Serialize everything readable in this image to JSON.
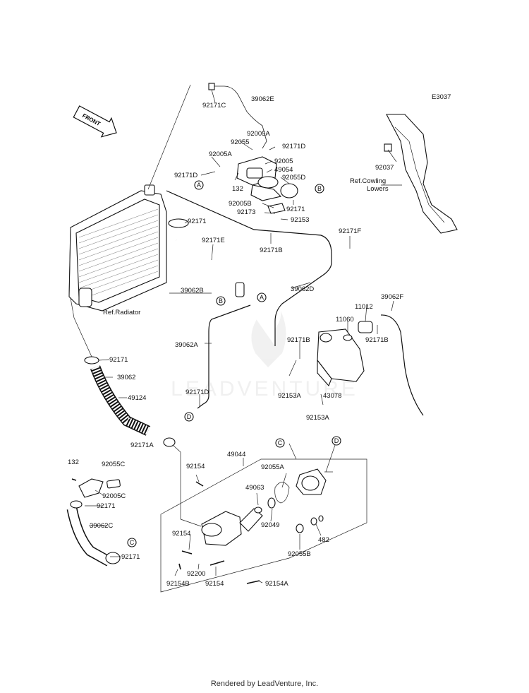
{
  "diagram": {
    "code": "E3037",
    "front_label": "FRONT",
    "footer": "Rendered by LeadVenture, Inc.",
    "watermark": "LEADVENTURE",
    "references": {
      "radiator": "Ref.Radiator",
      "cowling_line1": "Ref.Cowling",
      "cowling_line2": "Lowers"
    },
    "connectors": [
      "A",
      "B",
      "C",
      "D"
    ],
    "parts": [
      "92171C",
      "39062E",
      "92005A",
      "92055",
      "92171D",
      "92005A",
      "92005",
      "49054",
      "92171D",
      "92055D",
      "132",
      "92005B",
      "92171",
      "92173",
      "92153",
      "92171",
      "92171E",
      "92171B",
      "92171F",
      "39062B",
      "39062D",
      "39062F",
      "11012",
      "11060",
      "92171B",
      "39062A",
      "92171B",
      "92171",
      "39062",
      "49124",
      "92171D",
      "92153A",
      "43078",
      "92153A",
      "92171A",
      "49044",
      "92154",
      "92055A",
      "132",
      "92055C",
      "92005C",
      "92171",
      "49063",
      "39062C",
      "92049",
      "92154",
      "482",
      "92171",
      "92055B",
      "92200",
      "92154B",
      "92154",
      "92154A",
      "92037"
    ]
  }
}
